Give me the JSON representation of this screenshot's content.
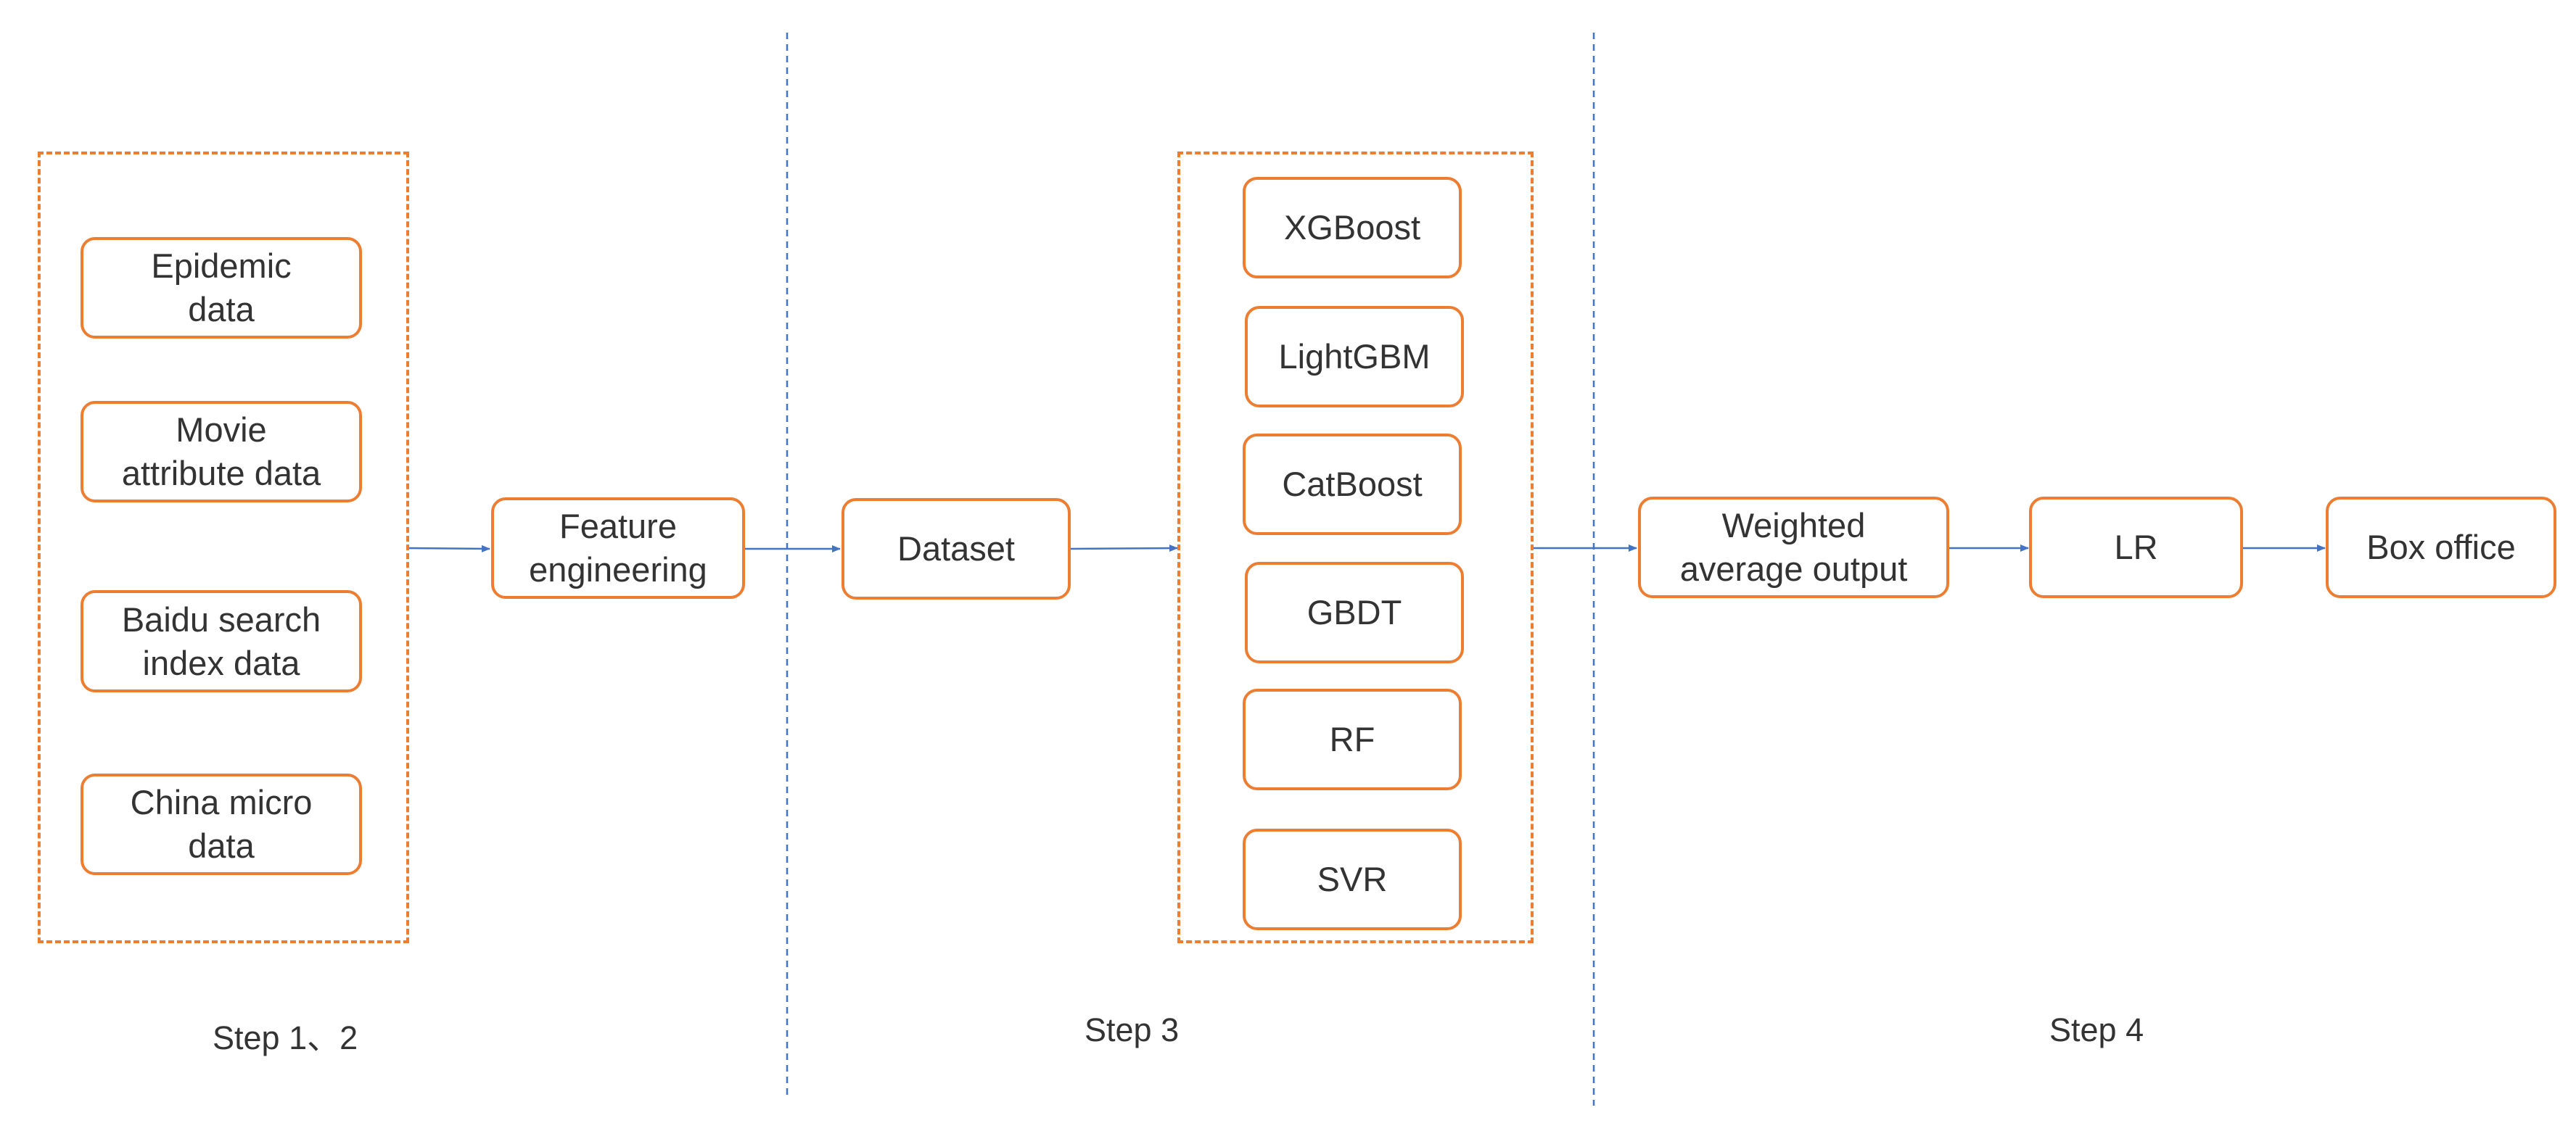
{
  "colors": {
    "node_border": "#ED7D31",
    "arrow": "#4472C4",
    "divider": "#4472C4",
    "text": "#333333"
  },
  "data_sources": [
    {
      "label": "Epidemic\ndata"
    },
    {
      "label": "Movie\nattribute data"
    },
    {
      "label": "Baidu search\nindex data"
    },
    {
      "label": "China micro\ndata"
    }
  ],
  "feature_engineering": {
    "label": "Feature\nengineering"
  },
  "dataset": {
    "label": "Dataset"
  },
  "models": [
    {
      "label": "XGBoost"
    },
    {
      "label": "LightGBM"
    },
    {
      "label": "CatBoost"
    },
    {
      "label": "GBDT"
    },
    {
      "label": "RF"
    },
    {
      "label": "SVR"
    }
  ],
  "weighted_output": {
    "label": "Weighted\naverage output"
  },
  "lr": {
    "label": "LR"
  },
  "box_office": {
    "label": "Box office"
  },
  "steps": [
    {
      "label": "Step 1、2"
    },
    {
      "label": "Step 3"
    },
    {
      "label": "Step 4"
    }
  ]
}
